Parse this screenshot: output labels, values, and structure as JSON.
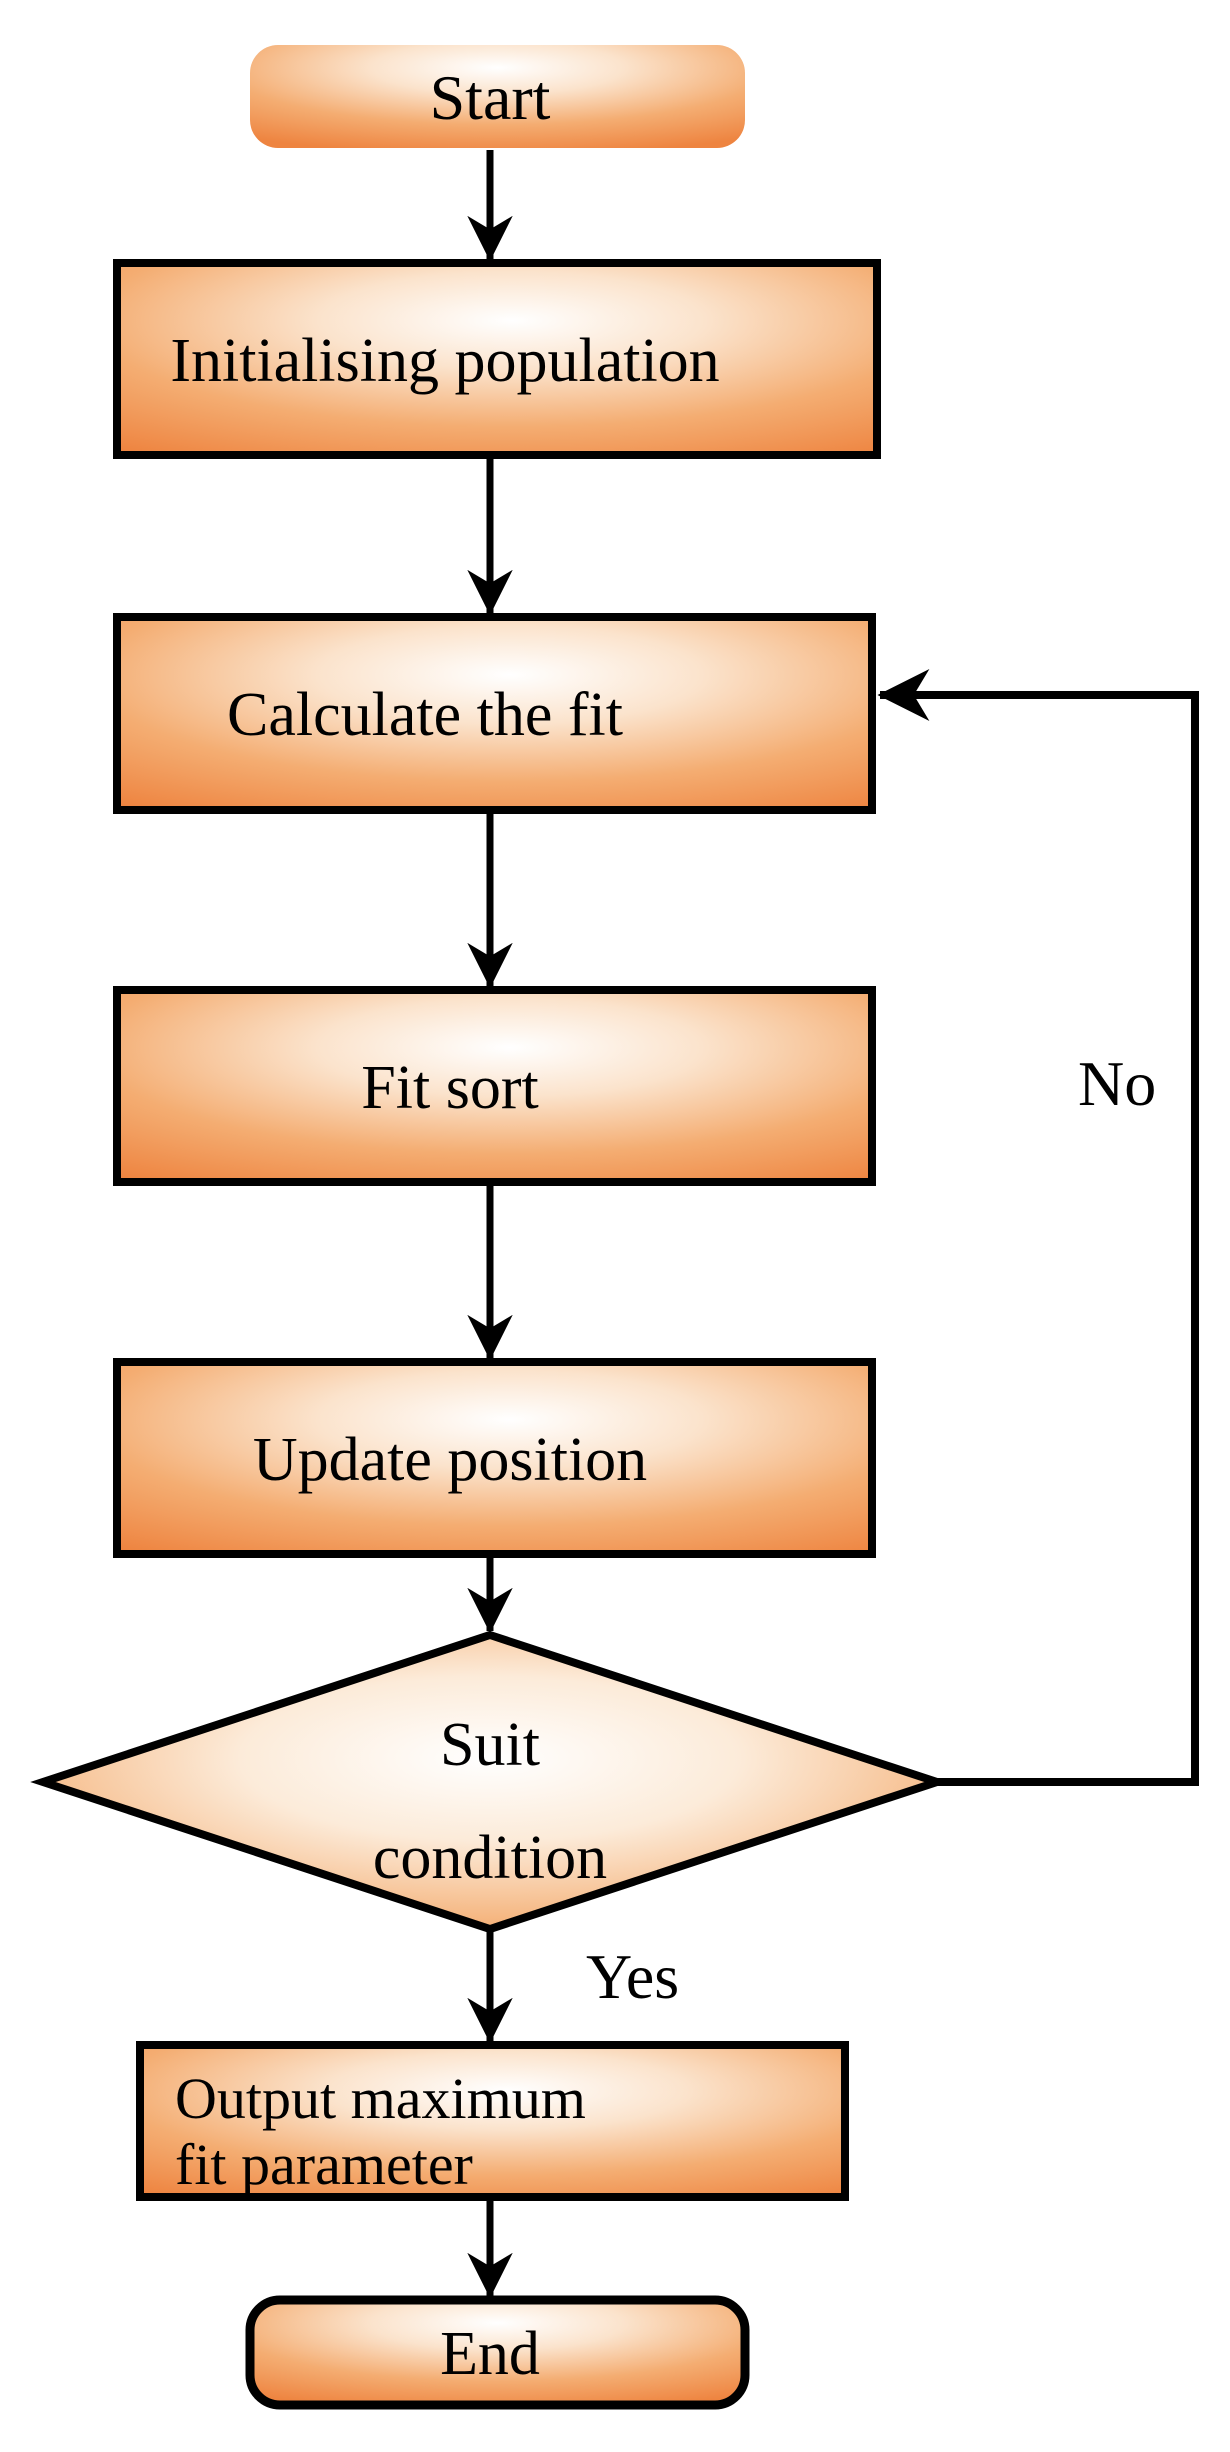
{
  "flowchart": {
    "background_color": "#FFFFFF",
    "accent_color": "#EE8440",
    "border_color": "#000000",
    "text_color": "#000000",
    "nodes": {
      "start": {
        "shape": "terminator",
        "label": "Start"
      },
      "initialise": {
        "shape": "process",
        "label": "Initialising population"
      },
      "calculate": {
        "shape": "process",
        "label": "Calculate the fit"
      },
      "fit_sort": {
        "shape": "process",
        "label": "Fit sort"
      },
      "update": {
        "shape": "process",
        "label": "Update position"
      },
      "condition": {
        "shape": "decision",
        "line1": "Suit",
        "line2": "condition"
      },
      "output": {
        "shape": "process",
        "line1": "Output maximum",
        "line2": "fit parameter"
      },
      "end": {
        "shape": "terminator",
        "label": "End"
      }
    },
    "edge_labels": {
      "yes": "Yes",
      "no": "No"
    }
  }
}
